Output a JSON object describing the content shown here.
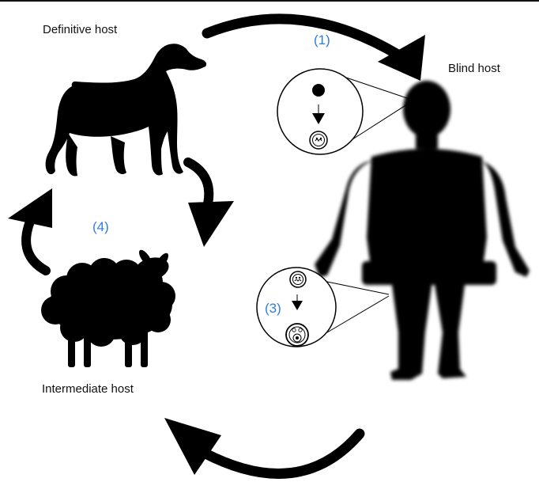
{
  "labels": {
    "definitive_host": "Definitive  host",
    "blind_host": "Blind host",
    "intermediate_host": "Intermediate host"
  },
  "steps": {
    "step_1": "(1)",
    "step_3": "(3)",
    "step_4": "(4)"
  },
  "colors": {
    "silhouette": "#000000",
    "step_number": "#2f7de1",
    "text": "#111111"
  }
}
